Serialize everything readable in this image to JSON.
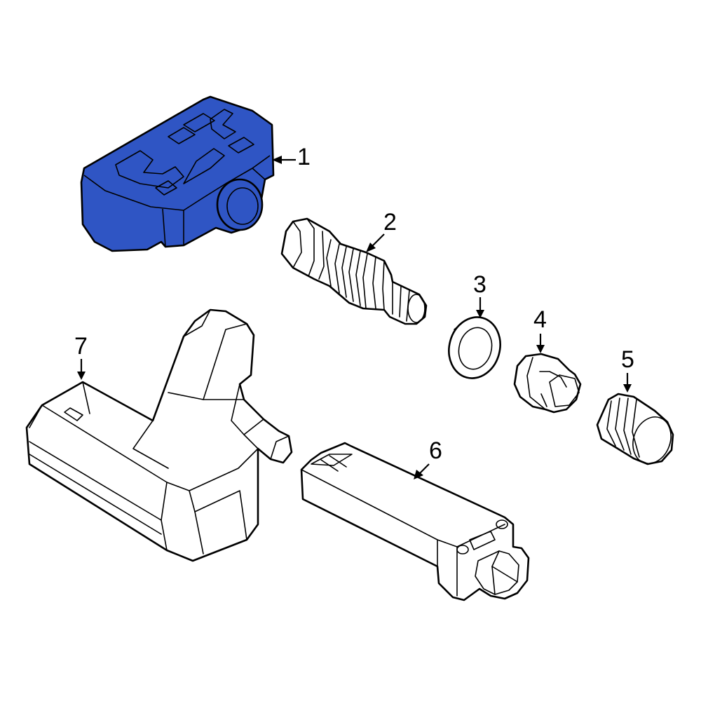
{
  "highlight_color": "#2f55c4",
  "callouts": [
    {
      "id": "1",
      "label": "1"
    },
    {
      "id": "2",
      "label": "2"
    },
    {
      "id": "3",
      "label": "3"
    },
    {
      "id": "4",
      "label": "4"
    },
    {
      "id": "5",
      "label": "5"
    },
    {
      "id": "6",
      "label": "6"
    },
    {
      "id": "7",
      "label": "7"
    }
  ]
}
